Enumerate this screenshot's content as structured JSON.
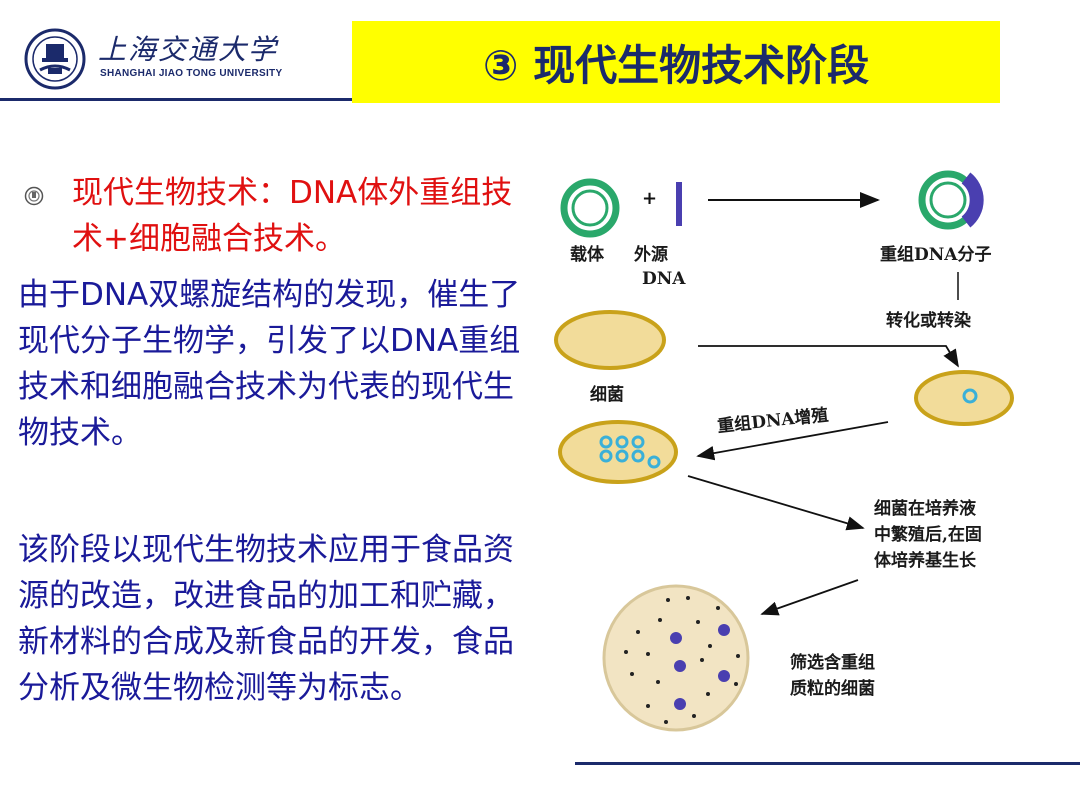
{
  "header": {
    "university_cn": "上海交通大学",
    "university_en": "SHANGHAI  JIAO TONG  UNIVERSITY",
    "title": "③ 现代生物技术阶段"
  },
  "content": {
    "bullet": "现代生物技术：DNA体外重组技术+细胞融合技术。",
    "paragraph1": "由于DNA双螺旋结构的发现，催生了现代分子生物学，引发了以DNA重组技术和细胞融合技术为代表的现代生物技术。",
    "paragraph2": "该阶段以现代生物技术应用于食品资源的改造，改进食品的加工和贮藏，新材料的合成及新食品的开发，食品分析及微生物检测等为标志。"
  },
  "diagram": {
    "label_vector": "载体",
    "label_foreign_1": "外源",
    "label_foreign_2": "DNA",
    "label_recombinant": "重组DNA分子",
    "label_transform": "转化或转染",
    "label_bacteria": "细菌",
    "label_replication": "重组DNA增殖",
    "label_culture_1": "细菌在培养液",
    "label_culture_2": "中繁殖后,在固",
    "label_culture_3": "体培养基生长",
    "label_select_1": "筛选含重组",
    "label_select_2": "质粒的细菌",
    "plus": "+"
  },
  "colors": {
    "title_bg": "#ffff00",
    "title_text": "#1b2a6b",
    "bullet_text": "#e01010",
    "body_text": "#1a1a99",
    "plasmid_green": "#2aa86b",
    "dna_blue": "#4a3fb0",
    "bacteria_fill": "#f2dc9a",
    "bacteria_edge": "#c9a21a"
  }
}
